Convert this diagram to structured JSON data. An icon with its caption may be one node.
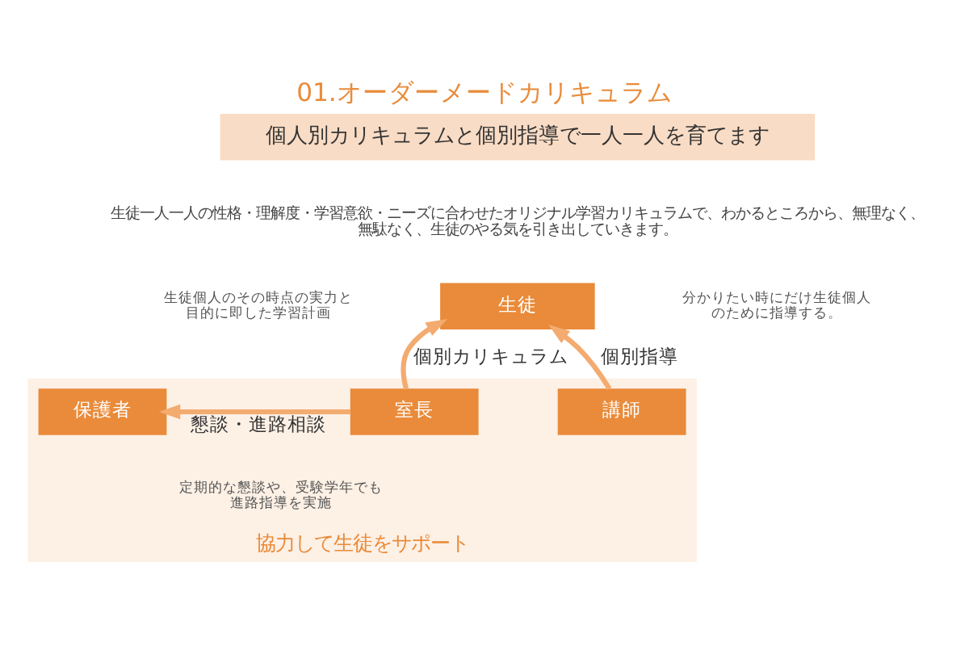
{
  "diagram": {
    "title": "01.オーダーメードカリキュラム",
    "nodes": [
      {
        "text": [
          "生徒"
        ]
      },
      {
        "text": [
          "協力して生徒をサポート"
        ]
      },
      {
        "text": [
          "保護者"
        ],
        "in": 1
      },
      {
        "text": [
          "室長"
        ],
        "in": 1
      },
      {
        "text": [
          "講師"
        ],
        "in": 1
      }
    ],
    "edges": [
      {
        "from": 3,
        "to": 0,
        "label": "個別カリキュラム",
        "arrow": "to"
      },
      {
        "from": 4,
        "to": 0,
        "label": "個別指導",
        "arrow": "to"
      },
      {
        "from": 3,
        "to": 2,
        "label": "懇談・進路相談",
        "arrow": "to"
      }
    ],
    "labels": [
      "個人別カリキュラムと個別指導で一人一人を育てます",
      "生徒一人一人の性格・理解度・学習意欲・ニーズに合わせたオリジナル学習カリキュラムで、わかるところから、無理なく、無駄なく、生徒のやる気を引き出していきます。",
      "生徒個人のその時点の実力と目的に即した学習計画",
      "分かりたい時にだけ生徒個人のために指導する。",
      "定期的な懇談や、受験学年でも進路指導を実施"
    ]
  }
}
